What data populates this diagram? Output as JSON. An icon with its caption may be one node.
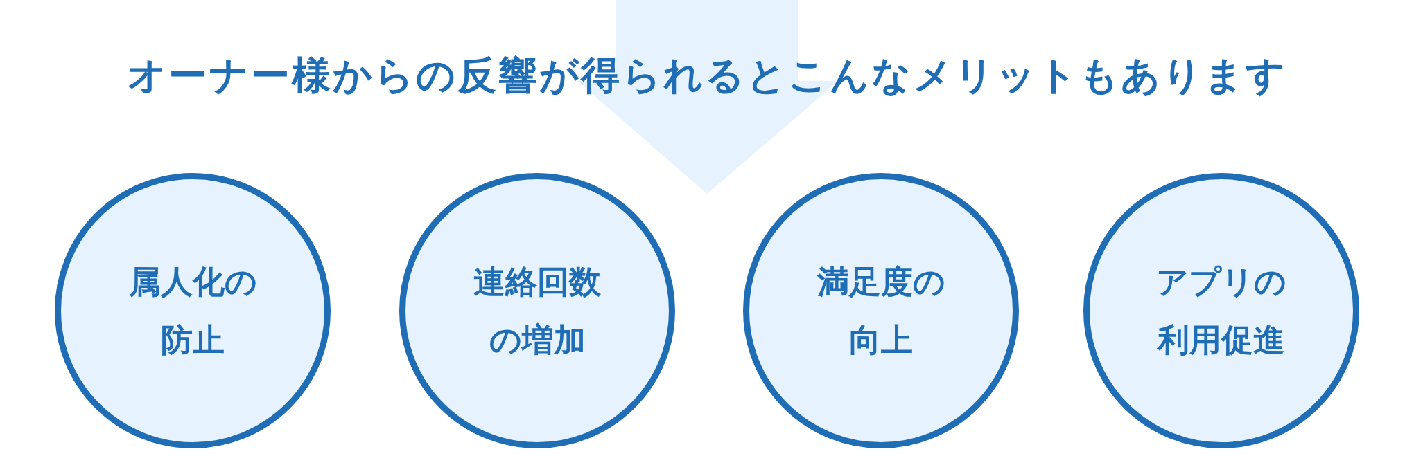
{
  "diagram": {
    "title": "オーナー様からの反響が得られるとこんなメリットもあります",
    "nodes": [
      {
        "text": [
          "属人化の防止"
        ]
      },
      {
        "text": [
          "連絡回数の増加"
        ]
      },
      {
        "text": [
          "満足度の向上"
        ]
      },
      {
        "text": [
          "アプリの利用促進"
        ]
      }
    ]
  }
}
